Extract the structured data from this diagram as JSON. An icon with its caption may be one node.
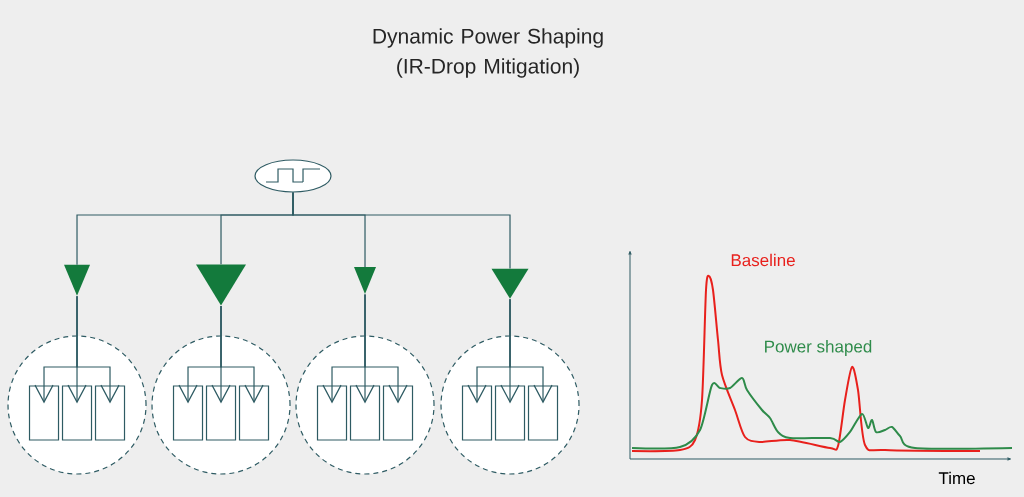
{
  "diagram": {
    "title": "Dynamic Power Shaping (IR-Drop Mitigation)",
    "nodes": [
      {
        "text": [],
        "shape": "ellipse"
      },
      {
        "text": [],
        "shape": "triangle"
      },
      {
        "text": [],
        "shape": "triangle"
      },
      {
        "text": [],
        "shape": "triangle"
      },
      {
        "text": [],
        "shape": "triangle"
      },
      {
        "text": [],
        "shape": "circle"
      },
      {
        "text": [],
        "shape": "box",
        "in": 5
      },
      {
        "text": [],
        "shape": "box",
        "in": 5
      },
      {
        "text": [],
        "shape": "box",
        "in": 5
      },
      {
        "text": [],
        "shape": "circle"
      },
      {
        "text": [],
        "shape": "box",
        "in": 9
      },
      {
        "text": [],
        "shape": "box",
        "in": 9
      },
      {
        "text": [],
        "shape": "box",
        "in": 9
      },
      {
        "text": [],
        "shape": "circle"
      },
      {
        "text": [],
        "shape": "box",
        "in": 13
      },
      {
        "text": [],
        "shape": "box",
        "in": 13
      },
      {
        "text": [],
        "shape": "box",
        "in": 13
      },
      {
        "text": [],
        "shape": "circle"
      },
      {
        "text": [],
        "shape": "box",
        "in": 17
      },
      {
        "text": [],
        "shape": "box",
        "in": 17
      },
      {
        "text": [],
        "shape": "box",
        "in": 17
      }
    ],
    "edges": [
      {
        "from": 0,
        "to": 1,
        "arrow": "none"
      },
      {
        "from": 0,
        "to": 2,
        "arrow": "none"
      },
      {
        "from": 0,
        "to": 3,
        "arrow": "none"
      },
      {
        "from": 0,
        "to": 4,
        "arrow": "none"
      },
      {
        "from": 1,
        "to": 6,
        "arrow": "to"
      },
      {
        "from": 1,
        "to": 7,
        "arrow": "to"
      },
      {
        "from": 1,
        "to": 8,
        "arrow": "to"
      },
      {
        "from": 2,
        "to": 10,
        "arrow": "to"
      },
      {
        "from": 2,
        "to": 11,
        "arrow": "to"
      },
      {
        "from": 2,
        "to": 12,
        "arrow": "to"
      },
      {
        "from": 3,
        "to": 14,
        "arrow": "to"
      },
      {
        "from": 3,
        "to": 15,
        "arrow": "to"
      },
      {
        "from": 3,
        "to": 16,
        "arrow": "to"
      },
      {
        "from": 4,
        "to": 18,
        "arrow": "to"
      },
      {
        "from": 4,
        "to": 19,
        "arrow": "to"
      },
      {
        "from": 4,
        "to": 20,
        "arrow": "to"
      }
    ],
    "labels": [
      "Baseline",
      "Power shaped",
      "Time"
    ]
  }
}
